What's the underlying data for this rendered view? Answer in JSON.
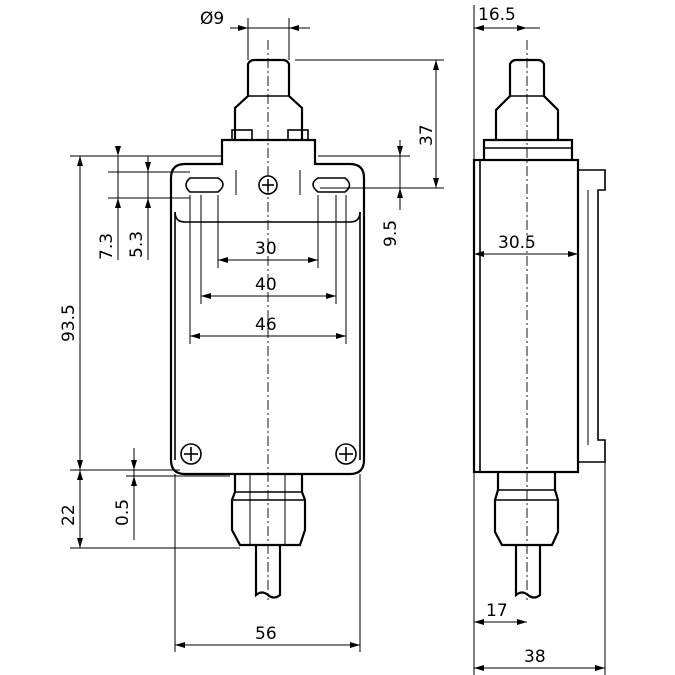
{
  "dimensions": {
    "diameter_plunger": "Ø9",
    "side_plunger": "16.5",
    "plunger_height": "37",
    "top_offset_a": "7.3",
    "top_offset_b": "5.3",
    "slot_offset": "9.5",
    "width_30": "30",
    "width_40": "40",
    "width_46": "46",
    "height_total": "93.5",
    "side_depth": "30.5",
    "gland_height": "22",
    "gland_offset": "0.5",
    "base_width": "56",
    "side_17": "17",
    "side_38": "38"
  }
}
